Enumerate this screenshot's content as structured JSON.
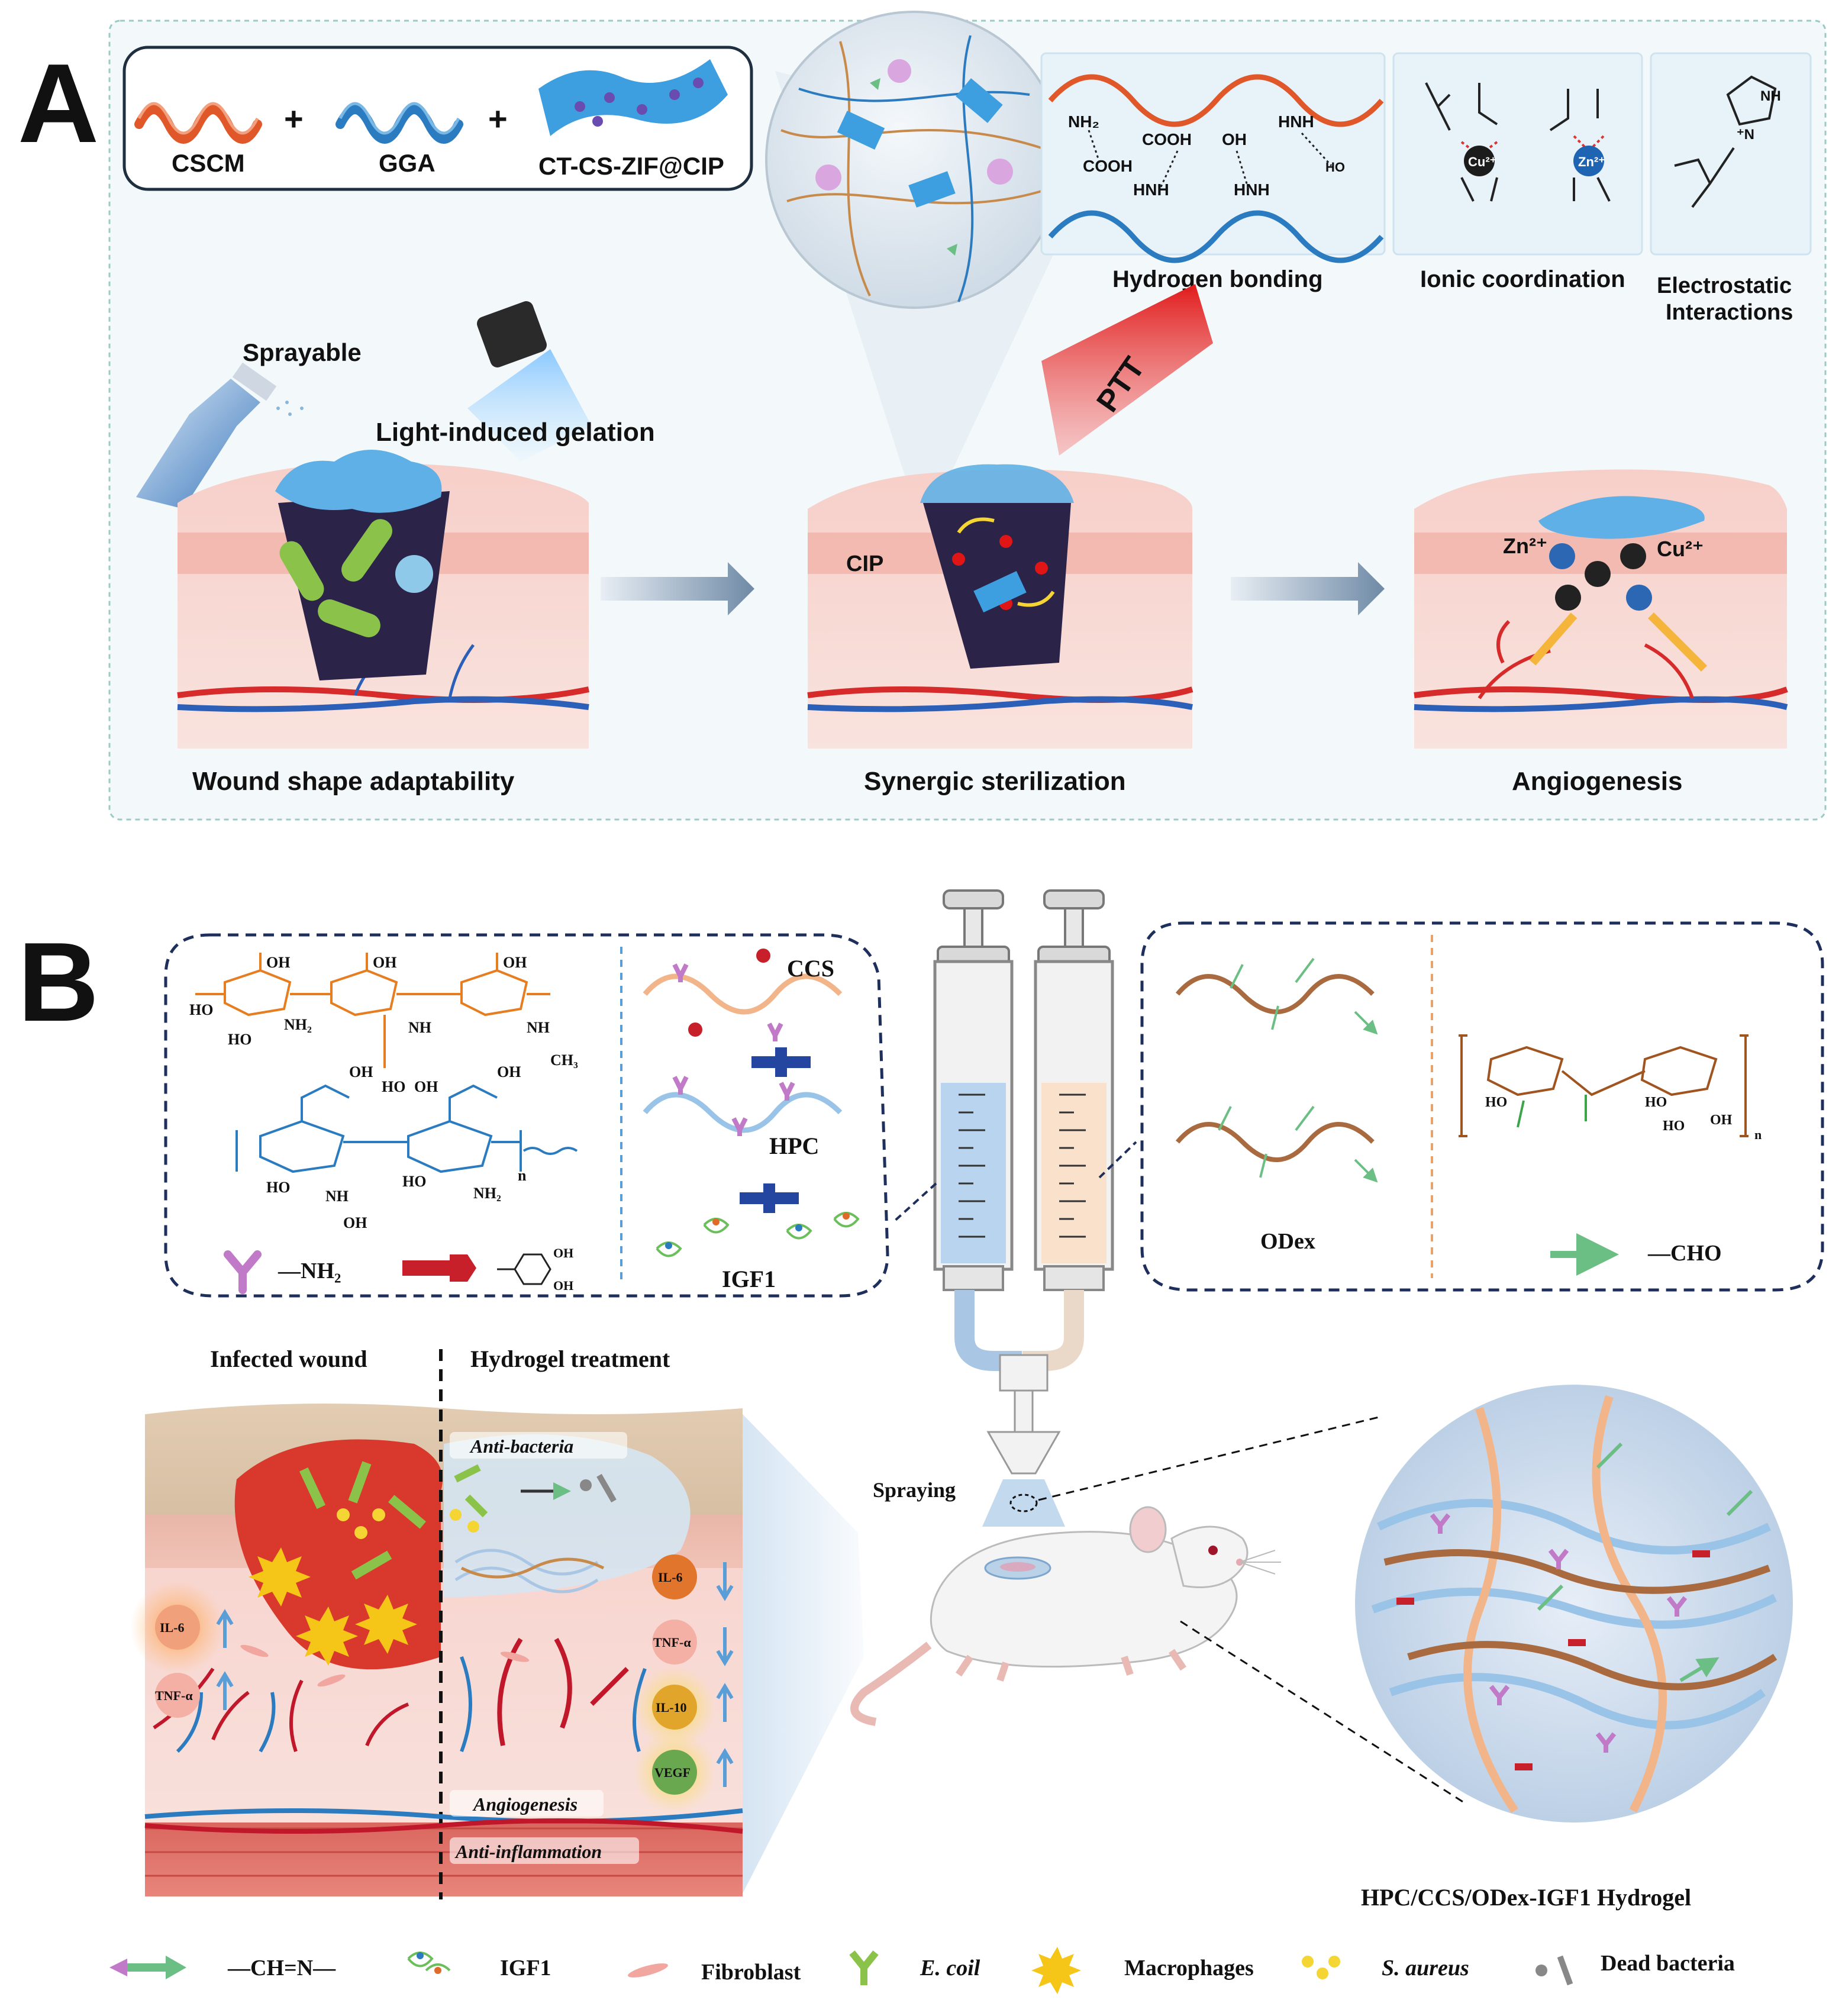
{
  "panel_a": {
    "label": "A",
    "components": [
      "CSCM",
      "GGA",
      "CT-CS-ZIF@CIP"
    ],
    "plus_sign": "+",
    "sprayable": "Sprayable",
    "light_gelation": "Light-induced gelation",
    "ptt": "PTT",
    "cip": "CIP",
    "zn_ion": "Zn²⁺",
    "cu_ion": "Cu²⁺",
    "interactions": {
      "hydrogen": "Hydrogen bonding",
      "ionic": "Ionic coordination",
      "electrostatic_1": "Electrostatic",
      "electrostatic_2": "Interactions"
    },
    "chem_labels": {
      "nh2": "NH₂",
      "cooh_1": "COOH",
      "cooh_2": "COOH",
      "oh": "OH",
      "hnh_1": "HNH",
      "hnh_2": "HNH",
      "hnh_3": "HNH",
      "ho": "HO",
      "cu_center": "Cu²⁺",
      "zn_center": "Zn²⁺",
      "nh": "NH",
      "n_plus": "⁺N"
    },
    "stages": [
      "Wound shape adaptability",
      "Synergic sterilization",
      "Angiogenesis"
    ]
  },
  "panel_b": {
    "label": "B",
    "ccs": "CCS",
    "hpc": "HPC",
    "igf1": "IGF1",
    "odex": "ODex",
    "nh2_legend": "—NH₂",
    "cho_legend": "—CHO",
    "chem_labels": {
      "oh": "OH",
      "ho": "HO",
      "nh2": "NH₂",
      "nh": "NH",
      "ch3": "CH₃",
      "n_sub": "n"
    },
    "infected_wound": "Infected wound",
    "hydrogel_treatment": "Hydrogel treatment",
    "anti_bacteria": "Anti-bacteria",
    "angiogenesis": "Angiogenesis",
    "anti_inflammation": "Anti-inflammation",
    "cytokines_left": [
      "IL-6",
      "TNF-α"
    ],
    "cytokines_right": [
      "IL-6",
      "TNF-α",
      "IL-10",
      "VEGF"
    ],
    "spraying": "Spraying",
    "hydrogel_name": "HPC/CCS/ODex-IGF1 Hydrogel",
    "legend": {
      "imine": "—CH=N—",
      "igf1": "IGF1",
      "fibroblast": "Fibroblast",
      "ecoli": "E. coil",
      "macrophages": "Macrophages",
      "saureus": "S. aureus",
      "dead_bacteria": "Dead  bacteria"
    }
  },
  "colors": {
    "orange_chain": "#e0572a",
    "blue_chain": "#2b7bc0",
    "brown_chain": "#a86a3e",
    "green_arrow": "#6cbf84",
    "purple_y": "#c07ac8",
    "red_catechol": "#c8202a",
    "skin_pink": "#f2b9b3",
    "wound_dark": "#2b2448",
    "gel_blue": "#5fb0e6"
  }
}
